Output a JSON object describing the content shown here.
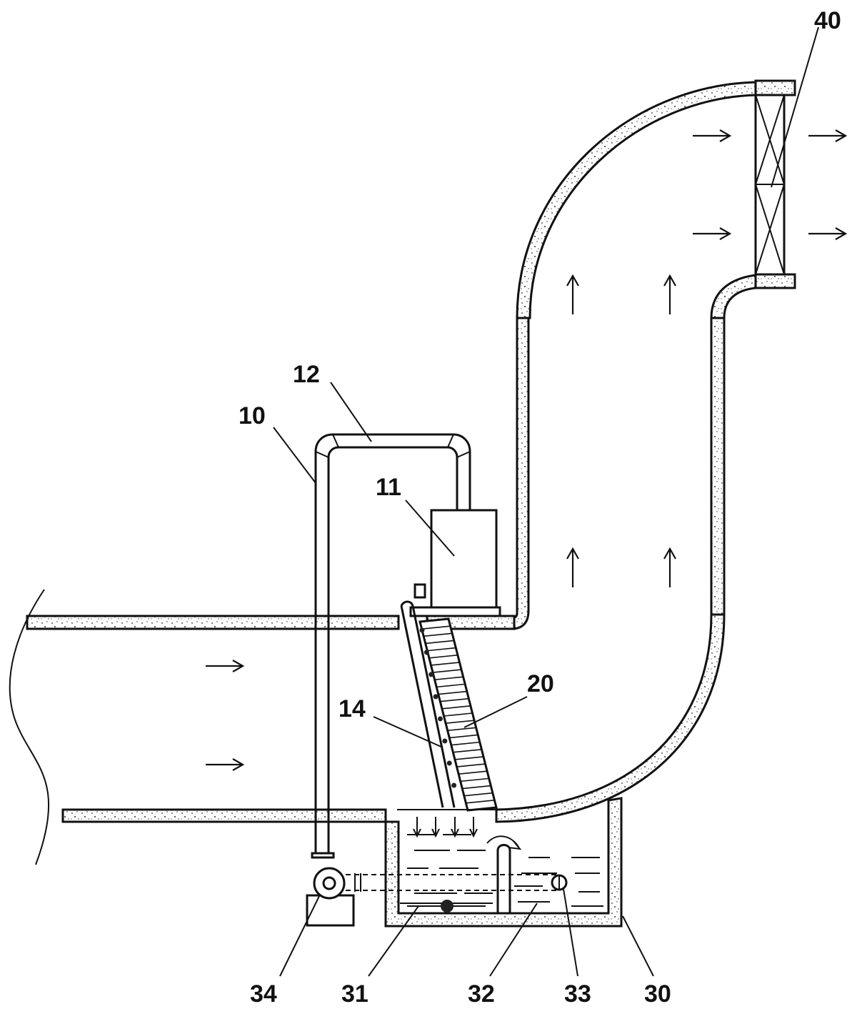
{
  "diagram": {
    "labels": [
      {
        "id": "10",
        "text": "10"
      },
      {
        "id": "11",
        "text": "11"
      },
      {
        "id": "12",
        "text": "12"
      },
      {
        "id": "14",
        "text": "14"
      },
      {
        "id": "20",
        "text": "20"
      },
      {
        "id": "30",
        "text": "30"
      },
      {
        "id": "31",
        "text": "31"
      },
      {
        "id": "32",
        "text": "32"
      },
      {
        "id": "33",
        "text": "33"
      },
      {
        "id": "34",
        "text": "34"
      },
      {
        "id": "40",
        "text": "40"
      }
    ],
    "colors": {
      "line": "#111111",
      "wall_fill": "#fdfdfd",
      "speckle": "#333333"
    }
  }
}
